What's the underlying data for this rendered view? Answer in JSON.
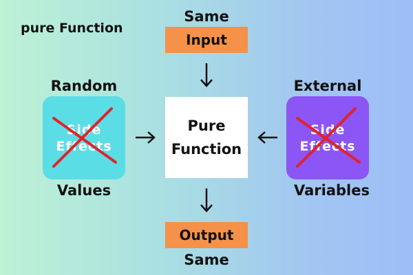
{
  "title": "pure Function",
  "top": {
    "above_label": "Same",
    "box_label": "Input"
  },
  "center": {
    "line1": "Pure",
    "line2": "Function"
  },
  "left": {
    "above_label": "Random",
    "box_line1": "Side",
    "box_line2": "Effects",
    "below_label": "Values"
  },
  "right": {
    "above_label": "External",
    "box_line1": "Side",
    "box_line2": "Effects",
    "below_label": "Variables"
  },
  "bottom": {
    "box_label": "Output",
    "below_label": "Same"
  },
  "colors": {
    "orange_box": "#f59148",
    "left_box": "#5bdde6",
    "right_box": "#8c55f5",
    "cross": "#e2222a",
    "arrow": "#111111"
  },
  "icons": {
    "arrows": "arrow-icon",
    "cross": "cross-out-icon"
  }
}
